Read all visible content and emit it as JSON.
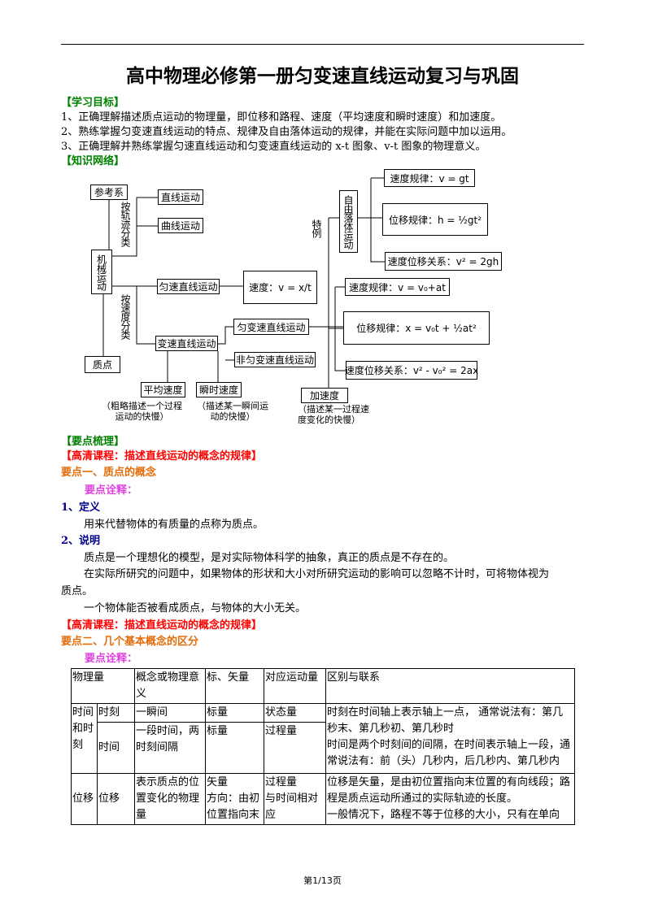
{
  "title": "高中物理必修第一册匀变速直线运动复习与巩固",
  "goals": {
    "header": "【学习目标】",
    "items": [
      "1、正确理解描述质点运动的物理量，即位移和路程、速度（平均速度和瞬时速度）和加速度。",
      "2、熟练掌握匀变速直线运动的特点、规律及自由落体运动的规律，并能在实际问题中加以运用。",
      "3、正确理解并熟练掌握匀速直线运动和匀变速直线运动的 x-t 图象、v-t 图象的物理意义。"
    ]
  },
  "network": {
    "header": "【知识网络】",
    "ref": "参考系",
    "line": "直线运动",
    "curve": "曲线运动",
    "mech": "机械运动",
    "by_track": "按轨迹分类",
    "uniform": "匀速直线运动",
    "speed_formula": "速度：v = x/t",
    "by_speed": "按速度分类",
    "variable": "变速直线运动",
    "uav": "匀变速直线运动",
    "nonuav": "非匀变速直线运动",
    "particle": "质点",
    "avg": "平均速度",
    "inst": "瞬时速度",
    "avg_cap": "（粗略描述一个过程运动的快慢）",
    "inst_cap": "（描述某一瞬间运动的快慢）",
    "special": "特例",
    "freefall": "自由落体运动",
    "ff_v": "速度规律：v = gt",
    "ff_x": "位移规律：h = ½gt²",
    "ff_vx": "速度位移关系：v² = 2gh",
    "u_v": "速度规律：v = v₀+at",
    "u_x": "位移规律：x = v₀t + ½at²",
    "u_vx": "速度位移关系：v² - v₀² = 2ax",
    "acc": "加速度",
    "acc_cap": "（描述某一过程速度变化的快慢）"
  },
  "sort_header": "【要点梳理】",
  "course1": "【高清课程：描述直线运动的概念的规律】",
  "point1": "要点一、质点的概念",
  "explain": "要点诠释：",
  "def_h": "1、定义",
  "def": "用来代替物体的有质量的点称为质点。",
  "note_h": "2、说明",
  "note1": "质点是一个理想化的模型，是对实际物体科学的抽象，真正的质点是不存在的。",
  "note2a": "在实际所研究的问题中，如果物体的形状和大小对所研究运动的影响可以忽略不计时，可将物体视为",
  "note2b": "质点。",
  "note3": "一个物体能否被看成质点，与物体的大小无关。",
  "course2": "【高清课程：描述直线运动的概念的规律】",
  "point2": "要点二、几个基本概念的区分",
  "explain2": "要点诠释：",
  "table": {
    "h": [
      "物理量",
      "概念或物理意义",
      "标、矢量",
      "对应运动量",
      "区别与联系"
    ],
    "g1": "时间和时刻",
    "r1": [
      "时刻",
      "一瞬间",
      "标量",
      "状态量"
    ],
    "r2": [
      "时间",
      "一段时间，两时刻间隔",
      "标量",
      "过程量"
    ],
    "rel1": "时刻在时间轴上表示轴上一点， 通常说法有：第几秒末、第几秒初、第几秒时\n时间是两个时刻间的间隔，在时间表示轴上一段，通常说法有：前（头）几秒内，后几秒内、第几秒内",
    "g2": "位移",
    "r3": [
      "位移",
      "表示质点的位置变化的物理量",
      "矢量\n方向：由初位置指向末",
      "过程量\n与时间相对应"
    ],
    "rel2": "位移是矢量，是由初位置指向末位置的有向线段；路程是质点运动所通过的实际轨迹的长度。\n一般情况下，路程不等于位移的大小，只有在单向"
  },
  "footer": "第1/13页"
}
